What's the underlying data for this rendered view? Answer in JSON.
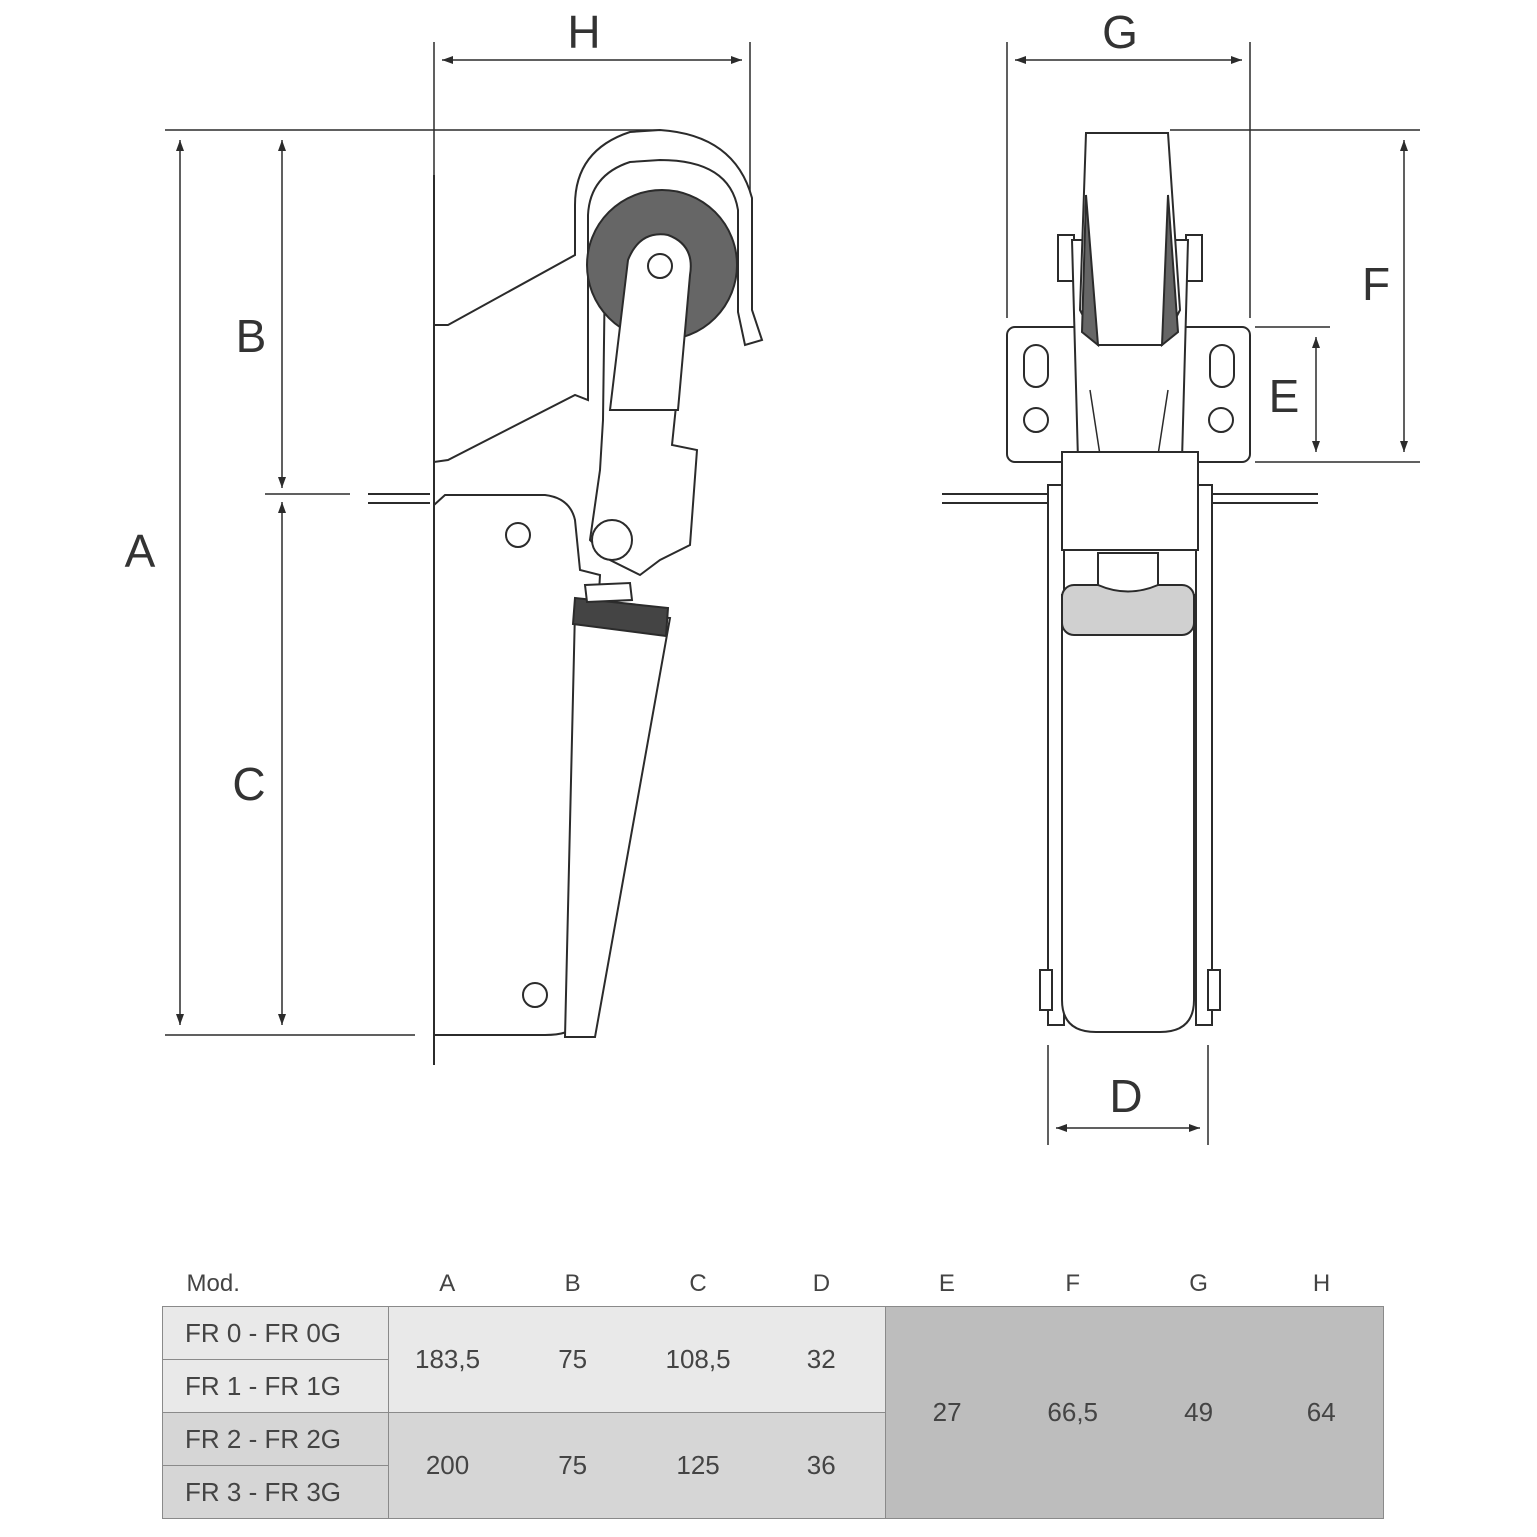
{
  "dimension_labels": {
    "a": "A",
    "b": "B",
    "c": "C",
    "d": "D",
    "e": "E",
    "f": "F",
    "g": "G",
    "h": "H"
  },
  "table": {
    "mod_header": "Mod.",
    "columns": [
      "A",
      "B",
      "C",
      "D",
      "E",
      "F",
      "G",
      "H"
    ],
    "models": [
      "FR 0 - FR 0G",
      "FR 1 - FR 1G",
      "FR 2 - FR 2G",
      "FR 3 - FR 3G"
    ],
    "group1": {
      "a": "183,5",
      "b": "75",
      "c": "108,5",
      "d": "32"
    },
    "group2": {
      "a": "200",
      "b": "75",
      "c": "125",
      "d": "36"
    },
    "shared": {
      "e": "27",
      "f": "66,5",
      "g": "49",
      "h": "64"
    }
  },
  "colors": {
    "light": "#e9e9e9",
    "mid": "#d6d6d6",
    "dark": "#bdbdbd",
    "roller": "#666666"
  }
}
